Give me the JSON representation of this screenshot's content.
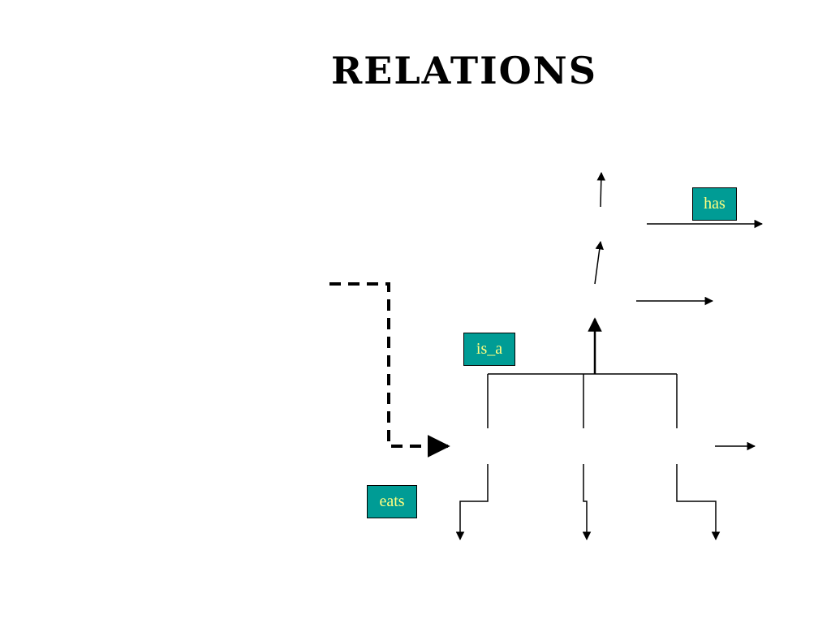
{
  "slide": {
    "title": "RELATIONS"
  },
  "labels": {
    "has": "has",
    "is_a": "is_a",
    "eats": "eats"
  },
  "colors": {
    "label_fill": "#009c95",
    "label_text": "#ffff80",
    "line": "#000000"
  }
}
